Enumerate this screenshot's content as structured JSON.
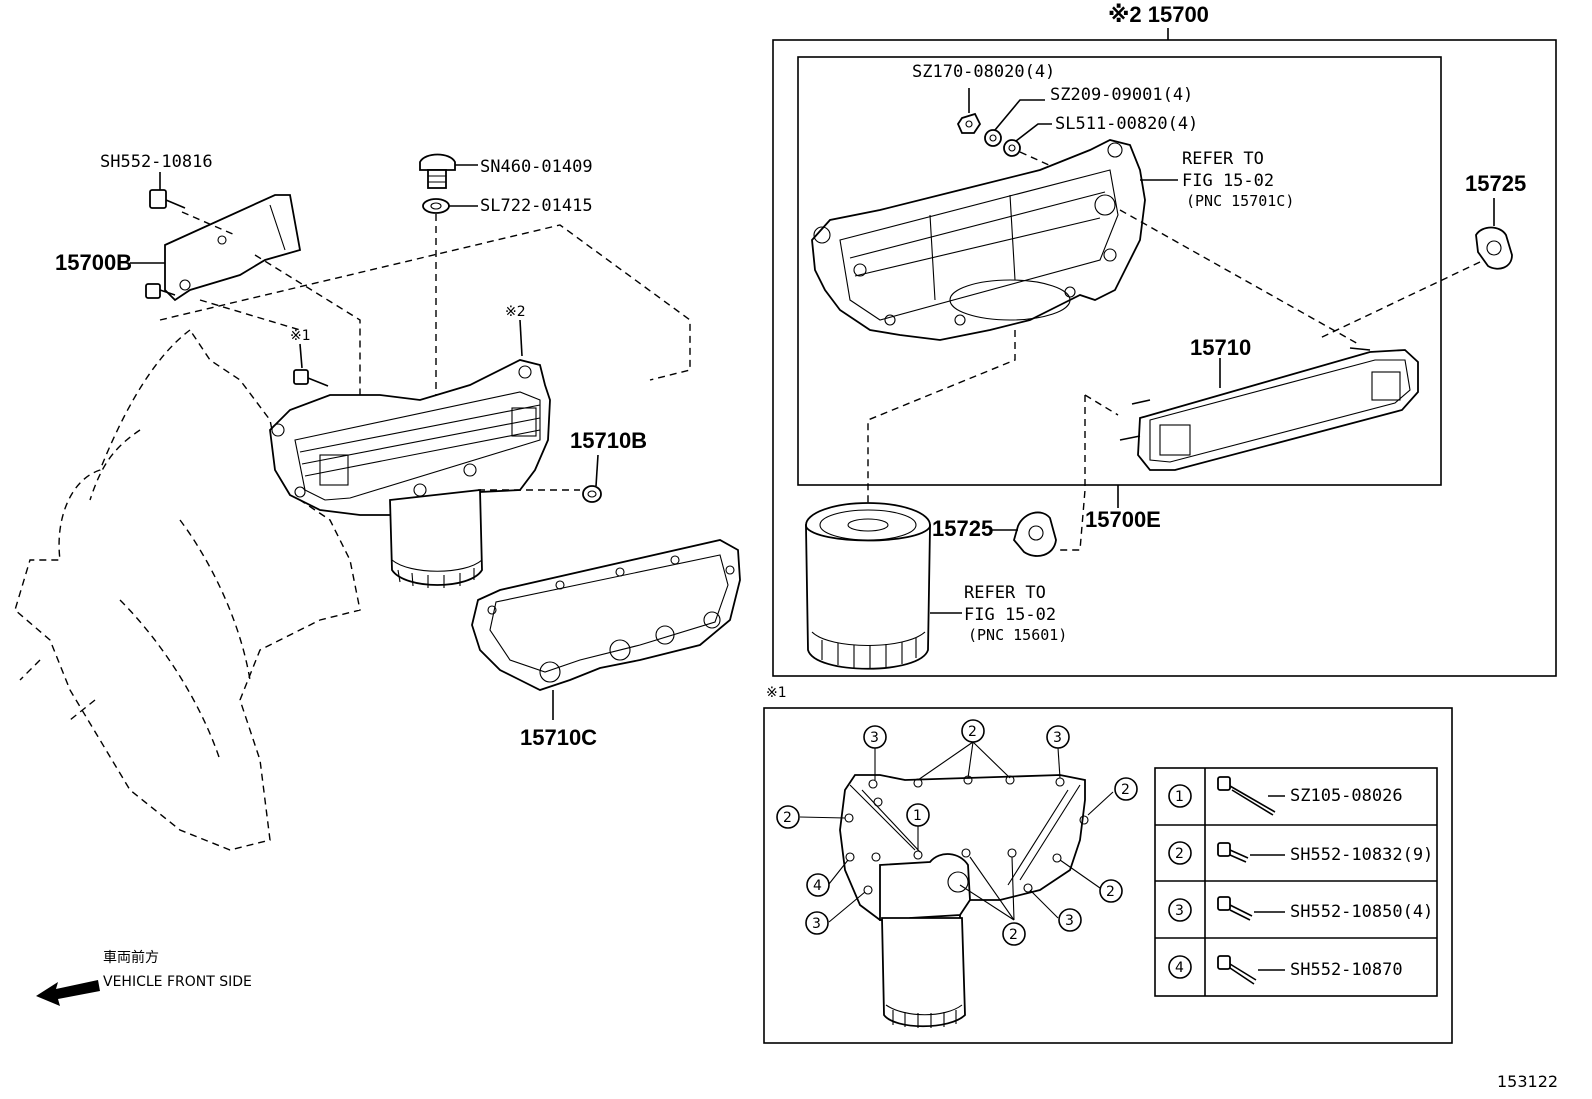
{
  "labels": {
    "sh552_10816": "SH552-10816",
    "p15700b": "15700B",
    "sn460_01409": "SN460-01409",
    "sl722_01415": "SL722-01415",
    "mark1": "※1",
    "mark2": "※2",
    "p15710b": "15710B",
    "p15710c": "15710C",
    "p15700_header": "※2 15700",
    "sz170": "SZ170-08020(4)",
    "sz209": "SZ209-09001(4)",
    "sl511": "SL511-00820(4)",
    "refer_a_line1": "REFER TO",
    "refer_a_line2": "FIG 15-02",
    "refer_a_line3": "(PNC 15701C)",
    "p15725_top": "15725",
    "p15710": "15710",
    "p15725_low": "15725",
    "p15700e": "15700E",
    "refer_b_line1": "REFER TO",
    "refer_b_line2": "FIG 15-02",
    "refer_b_line3": "(PNC 15601)",
    "detail_mark": "※1",
    "front_jp": "車両前方",
    "front_en": "VEHICLE FRONT SIDE",
    "fig_number": "153122"
  },
  "bolt_table": [
    {
      "index": "1",
      "part": "SZ105-08026"
    },
    {
      "index": "2",
      "part": "SH552-10832(9)"
    },
    {
      "index": "3",
      "part": "SH552-10850(4)"
    },
    {
      "index": "4",
      "part": "SH552-10870"
    }
  ],
  "callouts": {
    "c1": "1",
    "c2": "2",
    "c3": "3",
    "c4": "4"
  }
}
